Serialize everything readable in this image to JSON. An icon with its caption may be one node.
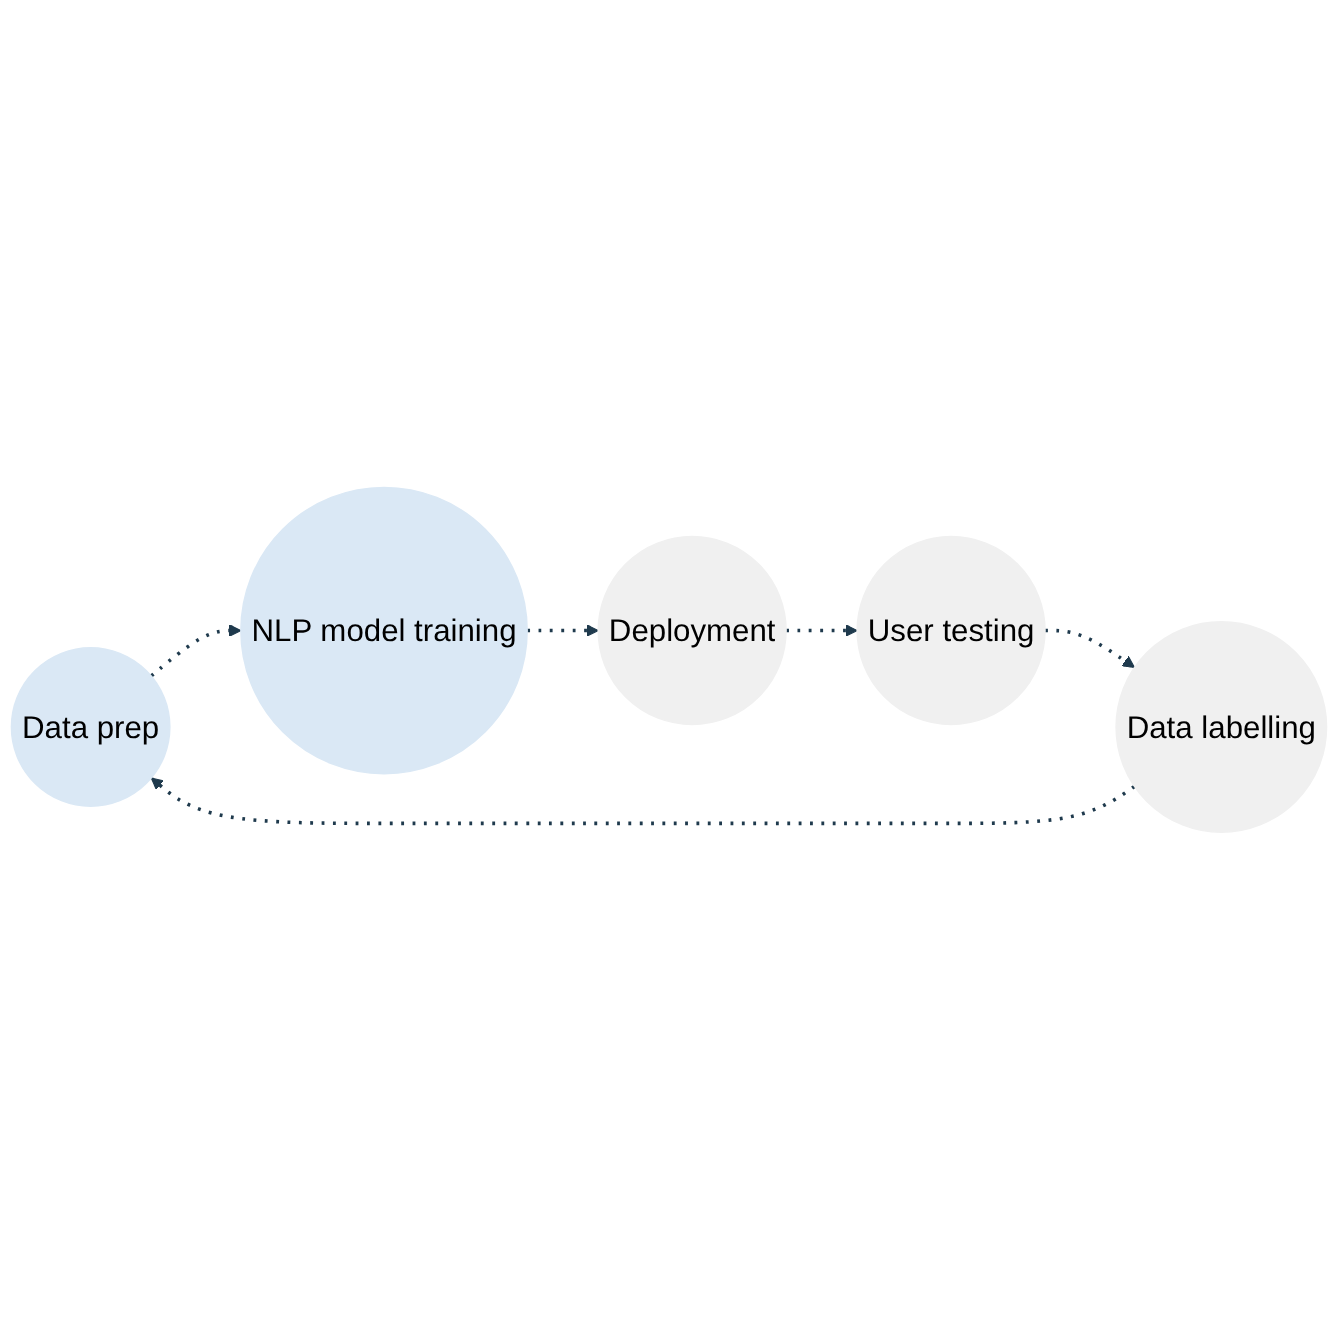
{
  "diagram": {
    "nodes": [
      {
        "text": [
          "Data prep"
        ]
      },
      {
        "text": [
          "NLP model training"
        ]
      },
      {
        "text": [
          "Deployment"
        ]
      },
      {
        "text": [
          "User testing"
        ]
      },
      {
        "text": [
          "Data labelling"
        ]
      }
    ],
    "edges": [
      {
        "from": 0,
        "to": 1,
        "arrow": "to",
        "style": "dashed"
      },
      {
        "from": 1,
        "to": 2,
        "arrow": "to",
        "style": "dashed"
      },
      {
        "from": 2,
        "to": 3,
        "arrow": "to",
        "style": "dashed"
      },
      {
        "from": 3,
        "to": 4,
        "arrow": "to",
        "style": "dashed"
      },
      {
        "from": 4,
        "to": 0,
        "arrow": "to",
        "style": "dashed"
      }
    ]
  }
}
